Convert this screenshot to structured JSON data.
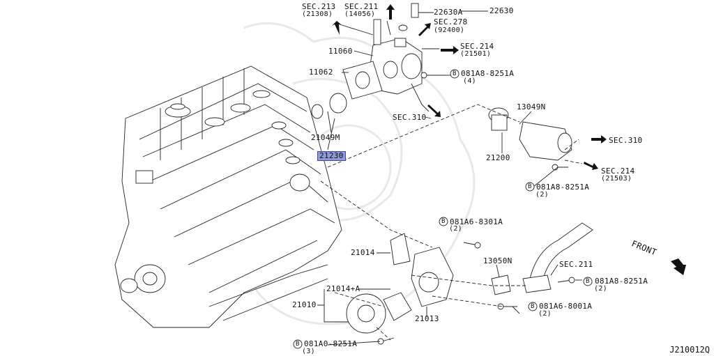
{
  "labels": {
    "sec213": "SEC.213",
    "sec213_code": "(21308)",
    "sec211_top": "SEC.211",
    "sec211_top_code": "(14056)",
    "p22630a": "22630A",
    "p22630": "22630",
    "sec278": "SEC.278",
    "sec278_code": "(92400)",
    "p11060": "11060",
    "sec214_a": "SEC.214",
    "sec214_a_code": "(21501)",
    "p11062": "11062",
    "bolt_081a8_top": "081A8-8251A",
    "bolt_081a8_top_qty": "(4)",
    "p13049n": "13049N",
    "sec310_mid": "SEC.310",
    "p21049m": "21049M",
    "p21230": "21230",
    "p21200": "21200",
    "sec310_right": "SEC.310",
    "sec214_b": "SEC.214",
    "sec214_b_code": "(21503)",
    "bolt_081a8_mid": "081A8-8251A",
    "bolt_081a8_mid_qty": "(2)",
    "bolt_081a6_8301": "081A6-8301A",
    "bolt_081a6_8301_qty": "(2)",
    "p21014": "21014",
    "p13050n": "13050N",
    "sec211_bottom": "SEC.211",
    "bolt_081a8_low": "081A8-8251A",
    "bolt_081a8_low_qty": "(2)",
    "p21014a": "21014+A",
    "p21010": "21010",
    "p21013": "21013",
    "bolt_081a6_8001": "081A6-8001A",
    "bolt_081a6_8001_qty": "(2)",
    "bolt_081a0": "081A0-8251A",
    "bolt_081a0_qty": "(3)",
    "front": "FRONT",
    "bolt_symbol": "B",
    "reference": "J210012Q"
  },
  "highlighted_part": "21230",
  "colors": {
    "highlight_fill": "#8f9ad6",
    "line": "#222222",
    "watermark": "#e8e8e8"
  }
}
